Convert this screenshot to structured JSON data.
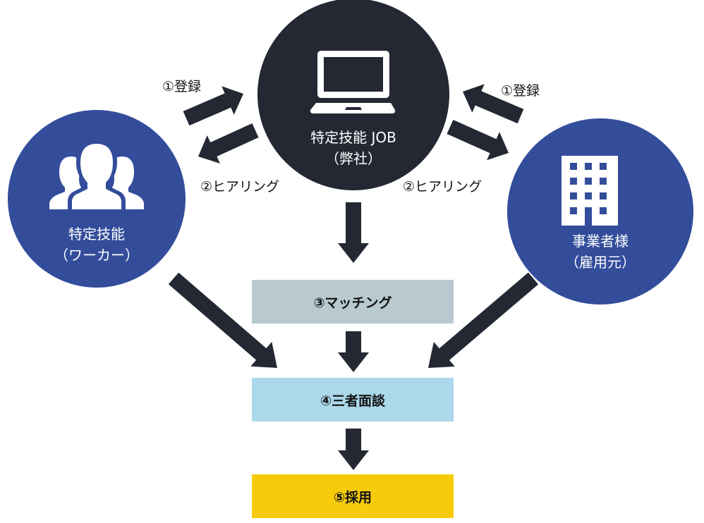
{
  "colors": {
    "center_circle": "#232833",
    "side_circle": "#334d9b",
    "arrow": "#232833",
    "matching_box": "#b8c9cf",
    "interview_box": "#abd8ea",
    "hiring_box": "#f5cb0c",
    "icon": "#ffffff"
  },
  "center_node": {
    "icon": "laptop-icon",
    "title": "特定技能 JOB",
    "subtitle": "（弊社）"
  },
  "worker_node": {
    "icon": "people-group-icon",
    "title": "特定技能",
    "subtitle": "（ワーカー）"
  },
  "employer_node": {
    "icon": "office-building-icon",
    "title": "事業者様",
    "subtitle": "（雇用元）"
  },
  "edge_labels": {
    "worker_register": "①登録",
    "worker_hearing": "②ヒアリング",
    "employer_register": "①登録",
    "employer_hearing": "②ヒアリング"
  },
  "steps": [
    {
      "label": "③マッチング"
    },
    {
      "label": "④三者面談"
    },
    {
      "label": "⑤採用"
    }
  ]
}
